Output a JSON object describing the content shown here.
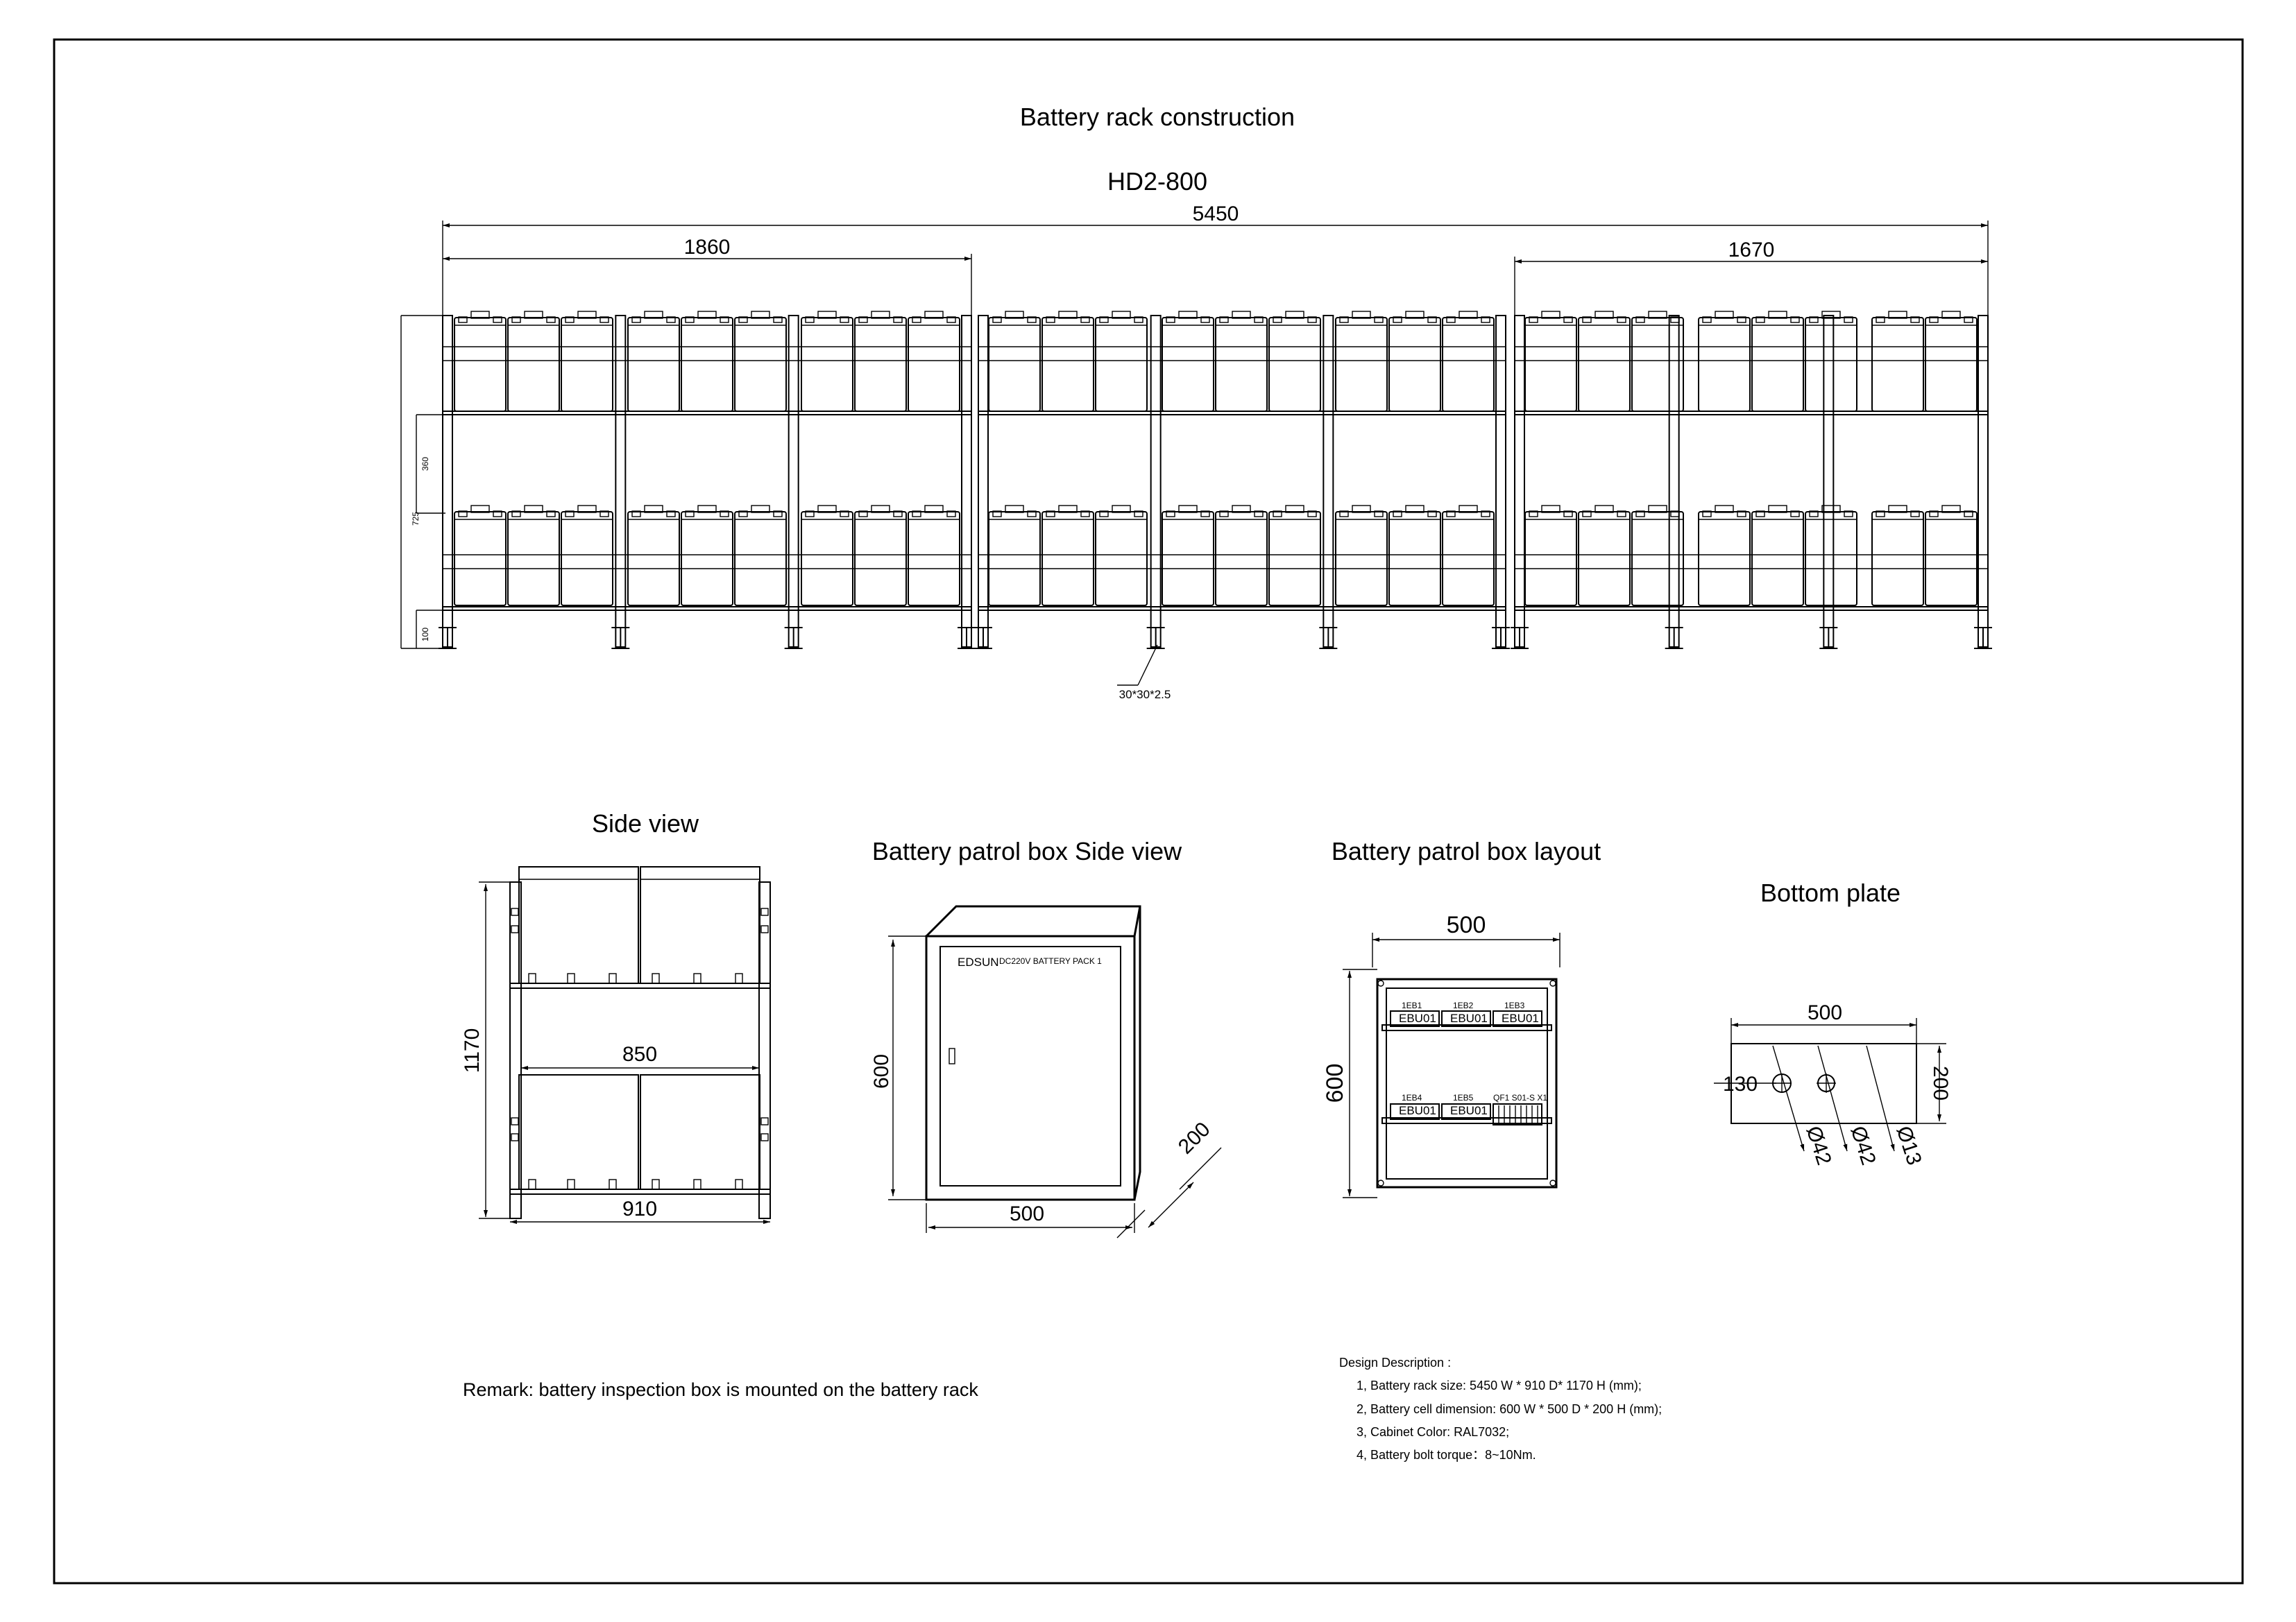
{
  "titles": {
    "main": "Battery rack construction",
    "model": "HD2-800",
    "side_view": "Side view",
    "patrol_side": "Battery patrol box Side view",
    "patrol_layout": "Battery patrol box  layout",
    "bottom_plate": "Bottom plate"
  },
  "rack": {
    "dim_total": "5450",
    "dim_left": "1860",
    "dim_right": "1670",
    "dim_height": "725",
    "dim_tier": "360",
    "dim_foot": "100",
    "profile": "30*30*2.5"
  },
  "side_view": {
    "dim_height": "1170",
    "dim_inner": "850",
    "dim_outer": "910"
  },
  "patrol_box": {
    "dim_height": "600",
    "dim_width": "500",
    "dim_depth": "200",
    "brand": "EDSUN",
    "plate_label": "DC220V BATTERY PACK 1"
  },
  "layout": {
    "dim_width": "500",
    "dim_height": "600",
    "row1": [
      "1EB1",
      "1EB2",
      "1EB3"
    ],
    "row2": [
      "1EB4",
      "1EB5",
      "QF1 S01-S X1"
    ],
    "module": "EBU01"
  },
  "bottom_plate": {
    "dim_width": "500",
    "dim_height": "200",
    "dim_offset": "130",
    "hole_a": "Ø42",
    "hole_b": "Ø42",
    "hole_c": "Ø13"
  },
  "remark": "Remark: battery inspection box is mounted on the battery rack",
  "design": {
    "heading": "Design Description :",
    "items": [
      "1, Battery rack size: 5450 W * 910 D* 1170 H (mm);",
      "2, Battery cell  dimension: 600 W * 500 D * 200 H (mm);",
      "3, Cabinet Color: RAL7032;",
      "4, Battery bolt torque：8~10Nm."
    ]
  }
}
